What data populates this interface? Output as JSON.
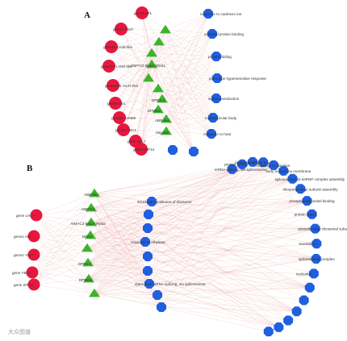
{
  "colors": {
    "gene": "#e8173e",
    "tf": "#3bb52a",
    "term": "#1f5fe0",
    "edge": "#e8a0a0"
  },
  "watermark": "大众图谱",
  "panel_a": {
    "label": "A",
    "genes": [
      "gene1 APL",
      "gene1 YB27",
      "gene19 LH48-like",
      "gene227 LH30-like",
      "gene2005 H147-like",
      "gene8 YS1",
      "gene21 LH089",
      "gene8 YBC1",
      "gene LHL7",
      "gene1 ZIP12"
    ],
    "tfs": [
      "",
      "",
      "",
      "AtMYC2-bHLH-RD22",
      "",
      "",
      "DPR2-2",
      "DPBlike",
      "ABR-like",
      "Hsp-like"
    ],
    "terms": [
      "response to cadmium ion",
      "unfolded protein binding",
      "protein folding",
      "plant-type hypersensitive response",
      "signal transduction",
      "multivesicular body",
      "response to heat",
      ""
    ]
  },
  "panel_b": {
    "label": "B",
    "genes": [
      "gene LHL7",
      "gene1 APL",
      "gene1 YB27",
      "gene YBC1",
      "gene ZIP12"
    ],
    "tfs": [
      "ABR-like",
      "AtMYC2",
      "AtMYC2-bHLH-RD22",
      "DPR2",
      "",
      "DPR2-2",
      "DPBlike",
      ""
    ],
    "terms_inner": [
      "structural constituent of ribosome",
      "",
      "",
      "response to ethylene",
      "",
      "",
      "alternative mRNA splicing, via spliceosome",
      "",
      ""
    ],
    "terms_outer": [
      "mRNA splicing, via spliceosome",
      "protein folding",
      "protein binding",
      "U2 snRNP binding",
      "response to stimulus",
      "early endosome membrane",
      "spliceosomal tri-snRNP complex assembly",
      "ribosomal large subunit assembly",
      "phosphatidylinositol binding",
      "protein import",
      "cytosolic large ribosomal subunit",
      "translation",
      "spliceosomal complex",
      "nucleolus",
      "",
      "",
      "",
      "",
      "",
      ""
    ]
  }
}
